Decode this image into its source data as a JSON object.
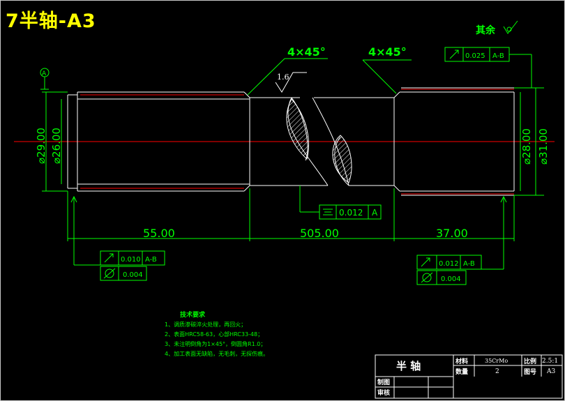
{
  "title": "7半轴-A3",
  "roughness_other": "其余",
  "chamfer_left": "4×45°",
  "chamfer_right": "4×45°",
  "roughness_value": "1.6",
  "tol_top": {
    "value": "0.025",
    "datum": "A-B"
  },
  "tol_sym": {
    "value": "0.012",
    "datum": "A"
  },
  "tol_left": {
    "value1": "0.010",
    "datum1": "A-B",
    "value2": "0.004"
  },
  "tol_right": {
    "value1": "0.012",
    "datum1": "A-B",
    "value2": "0.004"
  },
  "datum_label": "A",
  "dims": {
    "d29": "⌀29.00",
    "d26": "⌀26.00",
    "d28": "⌀28.00",
    "d31": "⌀31.00",
    "len_left": "55.00",
    "len_mid": "505.00",
    "len_right": "37.00"
  },
  "tech_req": {
    "heading": "技术要求",
    "items": [
      "1、调质渗碳淬火处理，再回火；",
      "2、表面HRC58-63，心部HRC33-48；",
      "3、未注明倒角为1×45°，倒圆角R1.0；",
      "4、加工表面无缺陷，无毛刺，无探伤痕。"
    ]
  },
  "title_block": {
    "part_name": "半 轴",
    "material_label": "材料",
    "material": "35CrMo",
    "scale_label": "比例",
    "scale": "2.5:1",
    "qty_label": "数量",
    "qty": "2",
    "drawing_label": "图号",
    "drawing": "A3",
    "drawn_label": "制图",
    "checked_label": "审核"
  },
  "colors": {
    "title": "#ffff00",
    "dim": "#00ff00",
    "outline": "#ffffff",
    "center": "#ff0000"
  }
}
